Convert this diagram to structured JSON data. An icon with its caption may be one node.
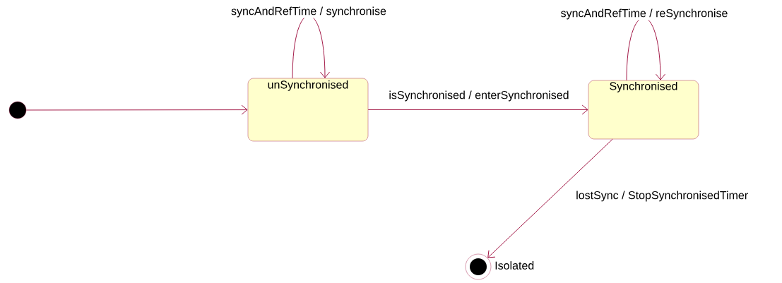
{
  "diagram": {
    "nodes": [
      {
        "text": [],
        "shape": "circle"
      },
      {
        "text": [
          "unSynchronised"
        ]
      },
      {
        "text": [
          "Synchronised"
        ]
      },
      {
        "text": [],
        "shape": "bullseye",
        "beside": [
          "Isolated"
        ]
      }
    ],
    "edges": [
      {
        "from": 0,
        "to": 1,
        "arrow": "to"
      },
      {
        "from": 1,
        "to": 1,
        "arrow": "to",
        "label": "syncAndRefTime / synchronise"
      },
      {
        "from": 1,
        "to": 2,
        "arrow": "to",
        "label": "isSynchronised / enterSynchronised"
      },
      {
        "from": 2,
        "to": 2,
        "arrow": "to",
        "label": "syncAndRefTime / reSynchronise"
      },
      {
        "from": 2,
        "to": 3,
        "arrow": "to",
        "label": "lostSync / StopSynchronisedTimer"
      }
    ]
  }
}
